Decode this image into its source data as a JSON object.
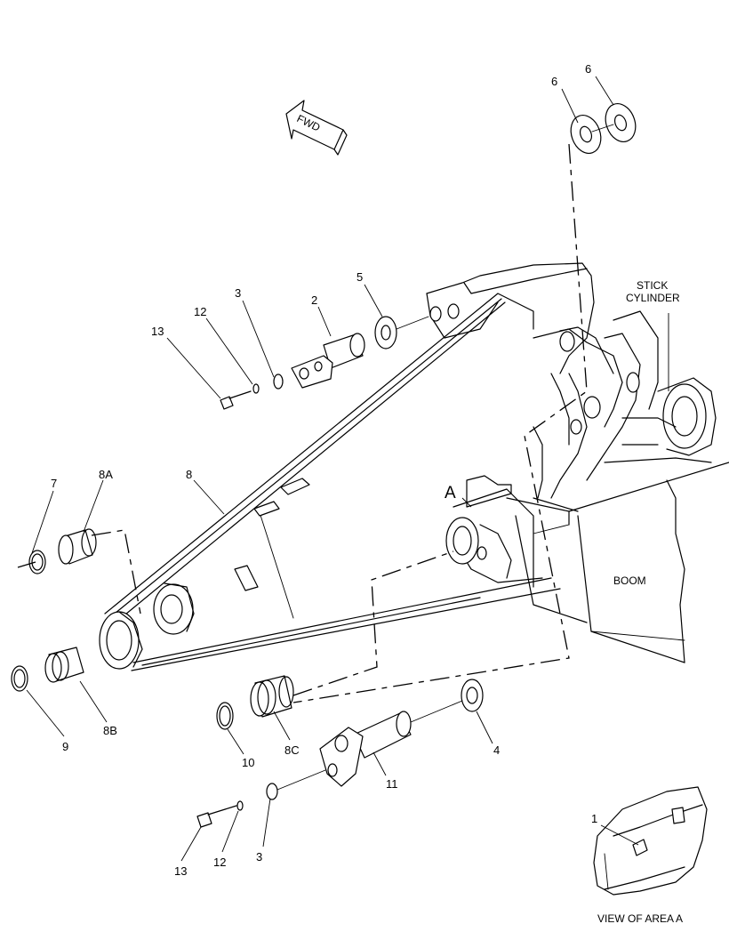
{
  "labels": {
    "fwd": "FWD",
    "stick_cylinder_line1": "STICK",
    "stick_cylinder_line2": "CYLINDER",
    "boom": "BOOM",
    "area_a": "A",
    "view_of_area": "VIEW OF AREA  A"
  },
  "callouts": {
    "c6_left": "6",
    "c6_right": "6",
    "c5": "5",
    "c2": "2",
    "c3_top": "3",
    "c12_top": "12",
    "c13_top": "13",
    "c7": "7",
    "c8a": "8A",
    "c8": "8",
    "c8b": "8B",
    "c9": "9",
    "c10": "10",
    "c8c": "8C",
    "c11": "11",
    "c4": "4",
    "c13_bottom": "13",
    "c12_bottom": "12",
    "c3_bottom": "3",
    "c1": "1"
  }
}
